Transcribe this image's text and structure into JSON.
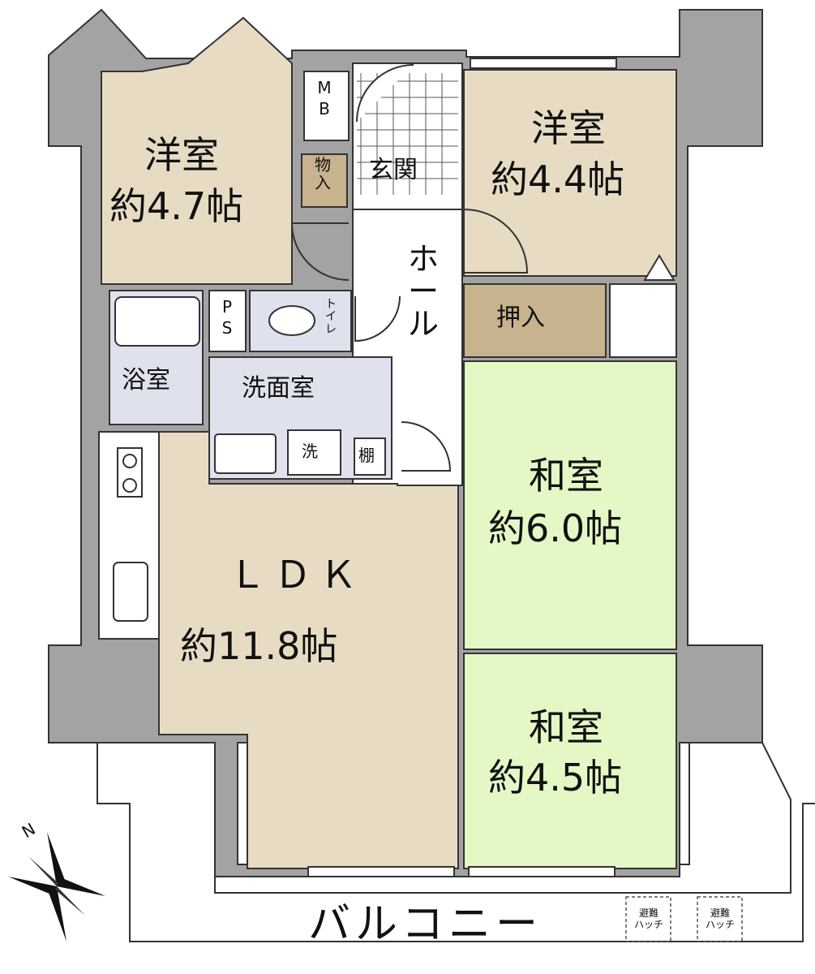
{
  "floorplan": {
    "rooms": {
      "western_nw": {
        "name": "洋室",
        "size": "約4.7帖"
      },
      "western_ne": {
        "name": "洋室",
        "size": "約4.4帖"
      },
      "ldk": {
        "name": "ＬＤＫ",
        "size": "約11.8帖"
      },
      "japanese_1": {
        "name": "和室",
        "size": "約6.0帖"
      },
      "japanese_2": {
        "name": "和室",
        "size": "約4.5帖"
      },
      "bath": {
        "name": "浴室"
      },
      "washroom": {
        "name": "洗面室"
      },
      "entrance": {
        "name": "玄関"
      },
      "hall": {
        "name": "ホール"
      },
      "storage": {
        "name": "物入"
      },
      "closet": {
        "name": "押入"
      },
      "shelf": {
        "name": "棚"
      },
      "toilet": {
        "name": "トイレ"
      },
      "ps": {
        "name": "PS"
      },
      "mb": {
        "name": "MB"
      },
      "washer": {
        "name": "洗"
      }
    },
    "balcony": {
      "name": "バルコニー"
    },
    "hatches": [
      "避難\nハッチ",
      "避難\nハッチ"
    ],
    "compass": {
      "north_label": "N"
    },
    "colors": {
      "western": "#e7dcc3",
      "japanese": "#e4f8c6",
      "wet_area": "#dfe2ed",
      "storage": "#c7b38d",
      "wall": "#a3a3a3",
      "floor_hall": "#ffffff"
    }
  }
}
